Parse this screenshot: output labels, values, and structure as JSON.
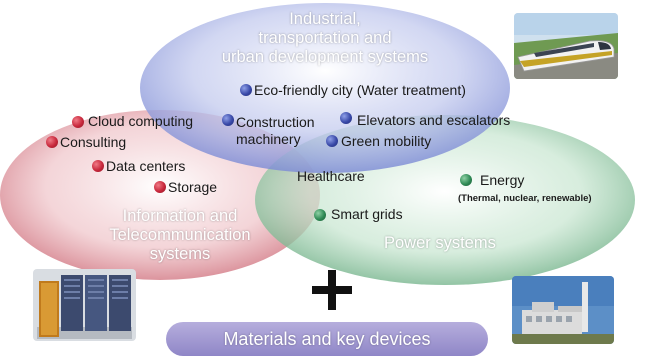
{
  "circles": {
    "industrial": {
      "title_lines": [
        "Industrial,",
        "transportation and",
        "urban development systems"
      ],
      "color": "#4a5cbf",
      "items": {
        "eco_city": "Eco-friendly city (Water treatment)",
        "construction_line1": "Construction",
        "construction_line2": "machinery",
        "elevators": "Elevators and escalators",
        "green_mobility": "Green mobility"
      }
    },
    "info": {
      "title_lines": [
        "Information and",
        "Telecommunication",
        "systems"
      ],
      "color": "#c8283c",
      "items": {
        "cloud": "Cloud computing",
        "consulting": "Consulting",
        "data_centers": "Data centers",
        "storage": "Storage"
      }
    },
    "power": {
      "title_lines": [
        "Power systems"
      ],
      "color": "#2f8a55",
      "items": {
        "energy": "Energy",
        "energy_detail": "(Thermal, nuclear, renewable)",
        "smart_grids": "Smart grids"
      }
    }
  },
  "overlap": {
    "healthcare": "Healthcare"
  },
  "plus_symbol": "+",
  "banner": "Materials and key devices",
  "icons": {
    "train": "train-photo",
    "servers": "server-rack-photo",
    "power_plant": "power-plant-photo"
  }
}
